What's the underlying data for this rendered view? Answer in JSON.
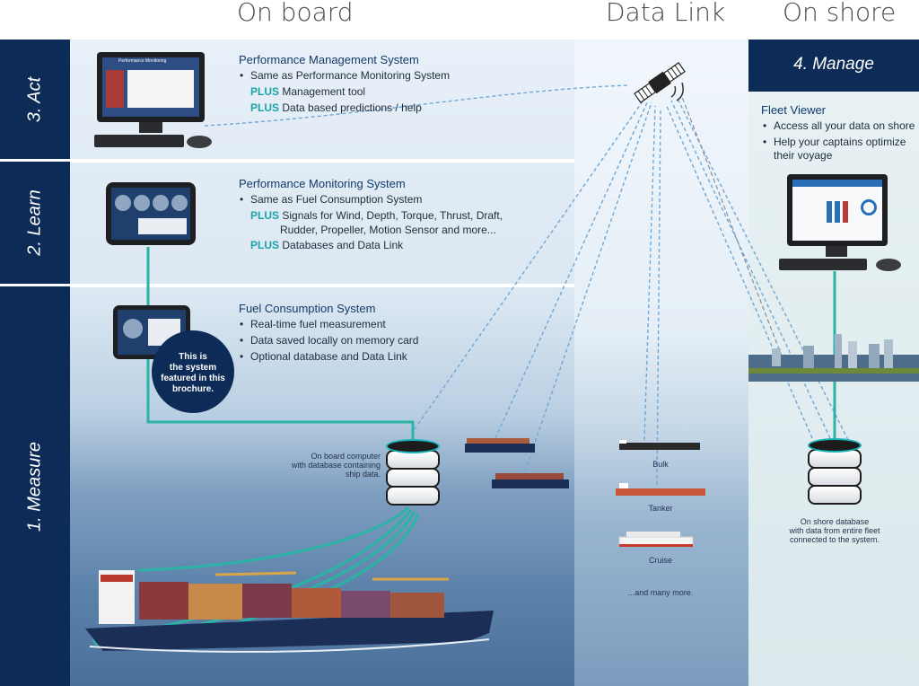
{
  "headers": {
    "onboard": "On board",
    "datalink": "Data Link",
    "onshore": "On shore"
  },
  "rows": {
    "act": "3. Act",
    "learn": "2. Learn",
    "measure": "1. Measure",
    "manage": "4. Manage"
  },
  "pms": {
    "title": "Performance Management System",
    "bullet": "Same as Performance Monitoring System",
    "plus_word": "PLUS",
    "plus1": "Management tool",
    "plus2": "Data based predictions / help",
    "screen_title": "Performance Monitoring"
  },
  "pmon": {
    "title": "Performance Monitoring System",
    "bullet": "Same as Fuel Consumption System",
    "plus_word": "PLUS",
    "plus1a": "Signals for Wind, Depth, Torque, Thrust, Draft,",
    "plus1b": "Rudder, Propeller, Motion Sensor and more...",
    "plus2": "Databases and Data Link"
  },
  "fcs": {
    "title": "Fuel  Consumption System",
    "b1": "Real-time fuel measurement",
    "b2": "Data saved locally on memory card",
    "b3": "Optional database and Data Link"
  },
  "badge": {
    "l1": "This is",
    "l2": "the system",
    "l3": "featured in this",
    "l4": "brochure."
  },
  "onboard_db": {
    "l1": "On board computer",
    "l2": "with database containing",
    "l3": "ship data."
  },
  "fleet": {
    "title": "Fleet Viewer",
    "b1": "Access all your data on shore",
    "b2a": "Help your captains optimize",
    "b2b": "their voyage"
  },
  "shore_db": {
    "l1": "On shore database",
    "l2": "with data from entire fleet",
    "l3": "connected to the system."
  },
  "ships": {
    "bulk": "Bulk",
    "tanker": "Tanker",
    "cruise": "Cruise",
    "more": "...and many more."
  },
  "colors": {
    "navy": "#0d2b57",
    "teal": "#1aa3a8",
    "link_blue": "#6fa7d6"
  }
}
